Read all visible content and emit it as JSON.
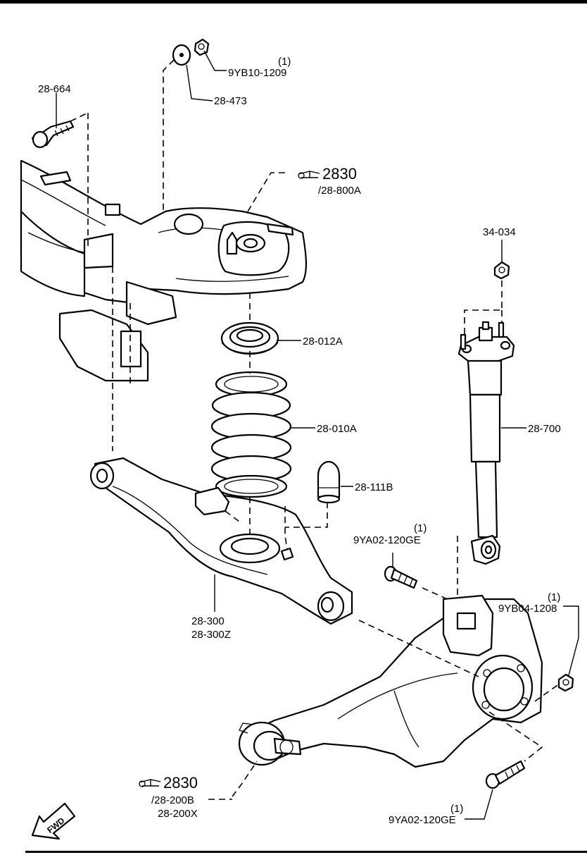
{
  "labels": {
    "p28_664": "28-664",
    "p28_473": "28-473",
    "p9yb10_qty": "(1)",
    "p9yb10": "9YB10-1209",
    "ref_top_num": "2830",
    "ref_top_part": "/28-800A",
    "p34_034": "34-034",
    "p28_012a": "28-012A",
    "p28_010a": "28-010A",
    "p28_700": "28-700",
    "p28_111b": "28-111B",
    "p9ya02_upper_qty": "(1)",
    "p9ya02_upper": "9YA02-120GE",
    "p28_300": "28-300",
    "p28_300z": "28-300Z",
    "p9yb04_qty": "(1)",
    "p9yb04": "9YB04-1208",
    "ref_bottom_num": "2830",
    "ref_bottom_part1": "/28-200B",
    "ref_bottom_part2": "28-200X",
    "p9ya02_lower_qty": "(1)",
    "p9ya02_lower": "9YA02-120GE",
    "fwd": "FWD"
  },
  "icons": {
    "reference": "pointing-hand-icon",
    "direction": "fwd-arrow-icon"
  },
  "colors": {
    "line": "#000000",
    "background": "#ffffff"
  }
}
